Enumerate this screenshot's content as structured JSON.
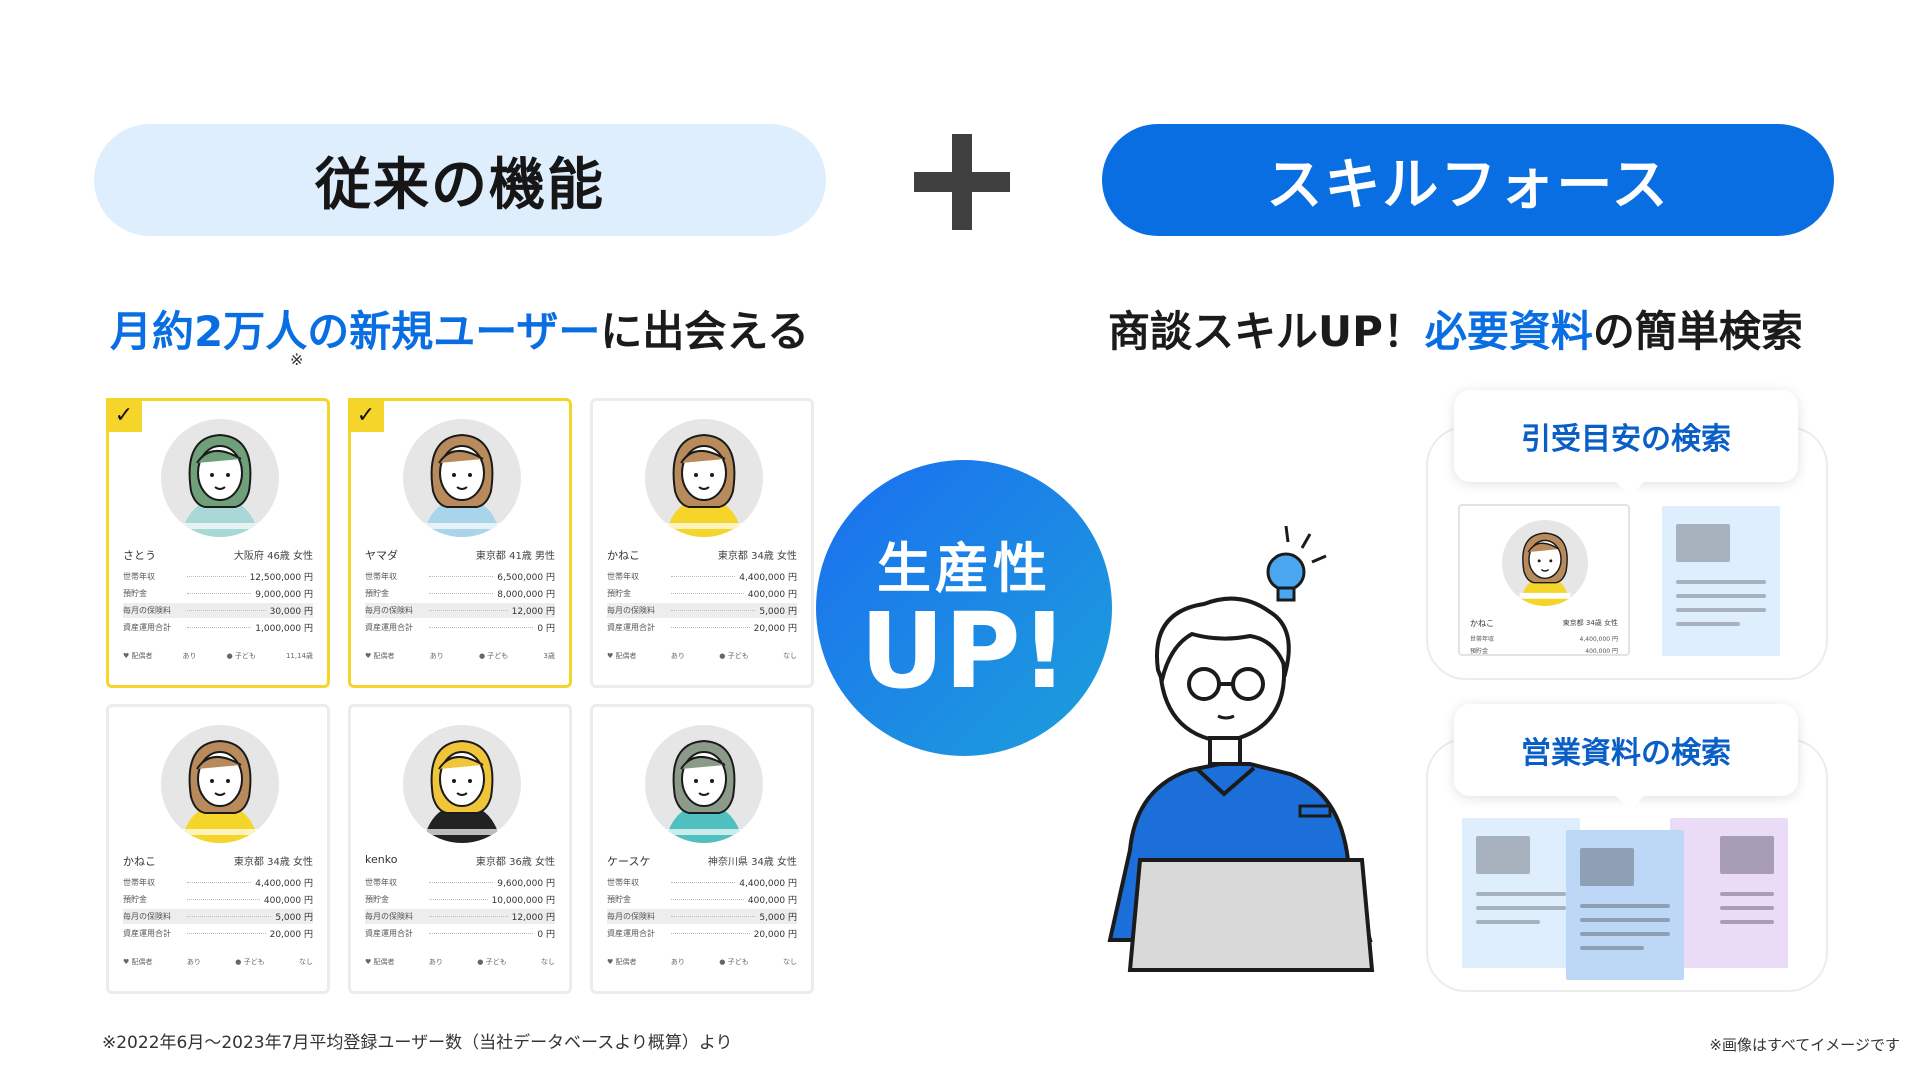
{
  "header": {
    "left_title": "従来の機能",
    "right_title": "スキルフォース"
  },
  "subheads": {
    "left_hl": "月約2万人の新規ユーザー",
    "left_rest": "に出会える",
    "left_mark": "※",
    "right_pre": "商談スキルUP！",
    "right_hl": "必要資料",
    "right_rest": "の簡単検索"
  },
  "badge": {
    "line1": "生産性",
    "line2": "UP!"
  },
  "row_labels": [
    "世帯年収",
    "預貯金",
    "毎月の保険料",
    "資産運用合計"
  ],
  "foot_labels": {
    "spouse": "配偶者",
    "child": "子ども"
  },
  "cards": [
    {
      "name": "さとう",
      "location": "大阪府 46歳 女性",
      "selected": true,
      "values": [
        "12,500,000",
        "9,000,000",
        "30,000",
        "1,000,000"
      ],
      "spouse": "あり",
      "children": "11,14歳",
      "hair": "#6fa07a",
      "shirt": "#a7d8d6"
    },
    {
      "name": "ヤマダ",
      "location": "東京都 41歳 男性",
      "selected": true,
      "values": [
        "6,500,000",
        "8,000,000",
        "12,000",
        "0"
      ],
      "spouse": "あり",
      "children": "3歳",
      "hair": "#b98b5c",
      "shirt": "#a9d4ea"
    },
    {
      "name": "かねこ",
      "location": "東京都 34歳 女性",
      "selected": false,
      "values": [
        "4,400,000",
        "400,000",
        "5,000",
        "20,000"
      ],
      "spouse": "あり",
      "children": "なし",
      "hair": "#b98b5c",
      "shirt": "#f5d52a"
    },
    {
      "name": "かねこ",
      "location": "東京都 34歳 女性",
      "selected": false,
      "values": [
        "4,400,000",
        "400,000",
        "5,000",
        "20,000"
      ],
      "spouse": "あり",
      "children": "なし",
      "hair": "#b98b5c",
      "shirt": "#f5d52a"
    },
    {
      "name": "kenko",
      "location": "東京都 36歳 女性",
      "selected": false,
      "values": [
        "9,600,000",
        "10,000,000",
        "12,000",
        "0"
      ],
      "spouse": "あり",
      "children": "なし",
      "hair": "#f0c53a",
      "shirt": "#222222"
    },
    {
      "name": "ケースケ",
      "location": "神奈川県 34歳 女性",
      "selected": false,
      "values": [
        "4,400,000",
        "400,000",
        "5,000",
        "20,000"
      ],
      "spouse": "あり",
      "children": "なし",
      "hair": "#8c9a8a",
      "shirt": "#4fbfbf"
    }
  ],
  "currency_unit": "円",
  "check_mark": "✓",
  "panels": {
    "top_label": "引受目安の検索",
    "bottom_label": "営業資料の検索",
    "mini_card": {
      "name": "かねこ",
      "location": "東京都 34歳 女性",
      "rows": [
        [
          "世帯年収",
          "4,400,000 円"
        ],
        [
          "預貯金",
          "400,000 円"
        ]
      ]
    }
  },
  "footnote_left": "※2022年6月〜2023年7月平均登録ユーザー数（当社データベースより概算）より",
  "footnote_right": "※画像はすべてイメージです",
  "colors": {
    "accent": "#0a6ee3",
    "select": "#f5d52a",
    "pale_blue": "#dfeefc"
  }
}
